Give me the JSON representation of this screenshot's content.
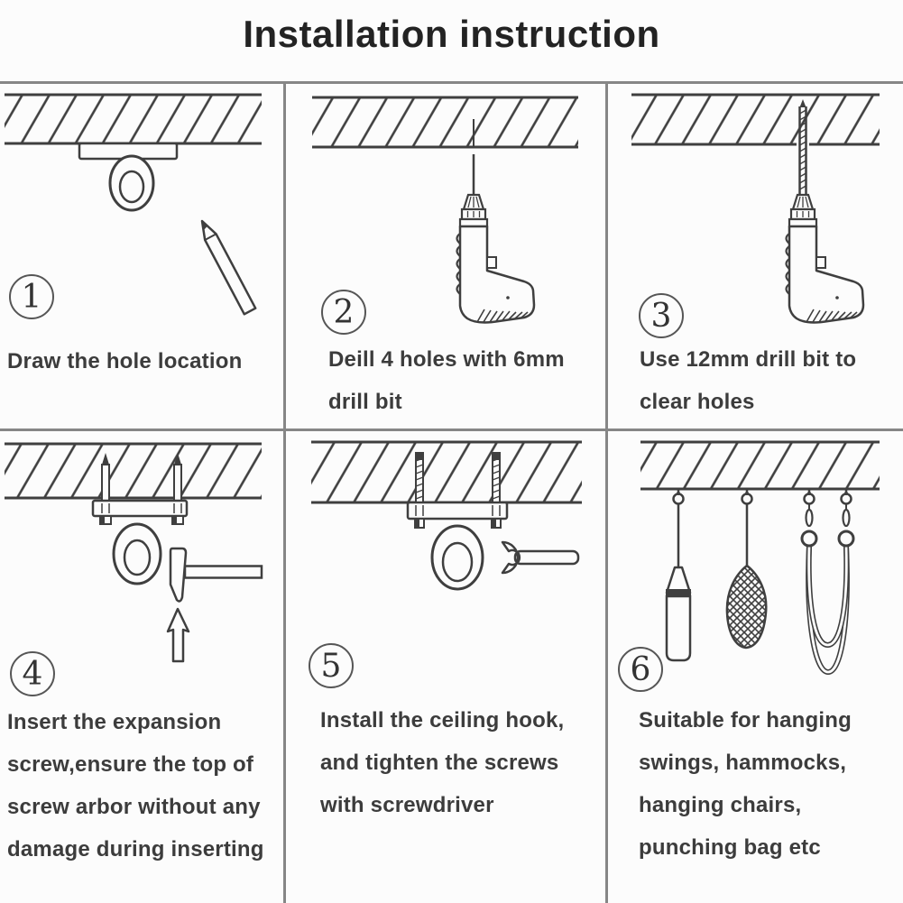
{
  "title": "Installation instruction",
  "colors": {
    "ink": "#3f3f3f",
    "background": "#fcfcfc",
    "divider": "#868686",
    "text": "#3c3c3c"
  },
  "steps": [
    {
      "number": "1",
      "illustration": "ceiling-mounted-hook-and-pencil",
      "caption_lines": [
        "Draw the hole location"
      ]
    },
    {
      "number": "2",
      "illustration": "drill-with-6mm-bit-under-ceiling",
      "caption_lines": [
        "Deill 4 holes with 6mm",
        "drill bit"
      ]
    },
    {
      "number": "3",
      "illustration": "drill-with-12mm-bit-in-ceiling",
      "caption_lines": [
        "Use 12mm drill bit to",
        "clear holes"
      ]
    },
    {
      "number": "4",
      "illustration": "expansion-screws-plate-hammer-arrow",
      "caption_lines": [
        "Insert the expansion",
        "screw,ensure the top of",
        "screw arbor without any",
        "damage during inserting"
      ]
    },
    {
      "number": "5",
      "illustration": "ceiling-hook-with-wrench",
      "caption_lines": [
        "Install the ceiling hook,",
        "and tighten the screws",
        "with screwdriver"
      ]
    },
    {
      "number": "6",
      "illustration": "hanging-punching-bag-hammock-swing-ropes",
      "caption_lines": [
        "Suitable for hanging",
        "swings, hammocks,",
        "hanging chairs,",
        "punching bag etc"
      ]
    }
  ]
}
